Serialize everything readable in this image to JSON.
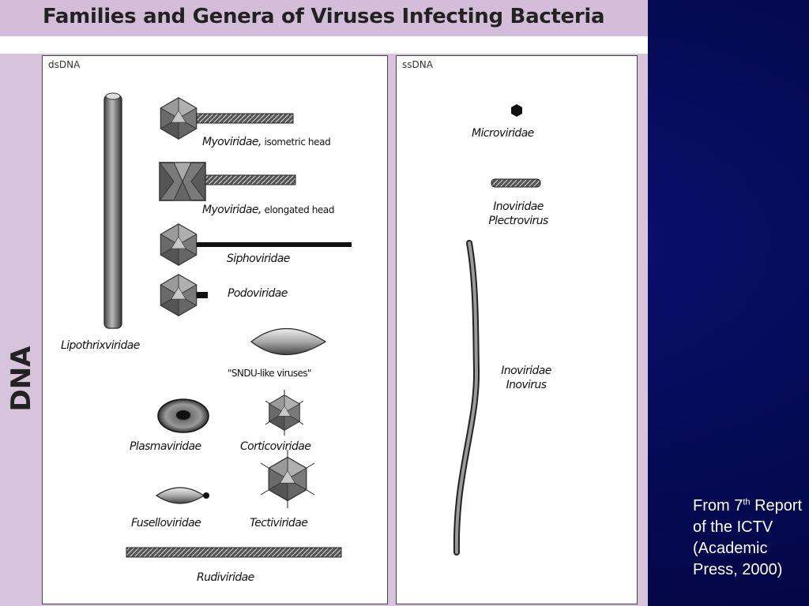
{
  "title": "Families and Genera of Viruses Infecting Bacteria",
  "side_label": "DNA",
  "panels": {
    "dsdna": "dsDNA",
    "ssdna": "ssDNA"
  },
  "virus_labels": {
    "myo_iso_name": "Myoviridae,",
    "myo_iso_note": "isometric head",
    "myo_elo_name": "Myoviridae,",
    "myo_elo_note": "elongated head",
    "sipho": "Siphoviridae",
    "podo": "Podoviridae",
    "lipothrix": "Lipothrixviridae",
    "sndu": "\"SNDU-like viruses\"",
    "plasma": "Plasmaviridae",
    "cortico": "Corticoviridae",
    "fusello": "Fuselloviridae",
    "tecti": "Tectiviridae",
    "rudi": "Rudiviridae",
    "micro": "Microviridae",
    "ino_plectro_1": "Inoviridae",
    "ino_plectro_2": "Plectrovirus",
    "ino_inovirus_1": "Inoviridae",
    "ino_inovirus_2": "Inovirus"
  },
  "credit": {
    "line1_prefix": "From 7",
    "line1_sup": "th",
    "line2": "Report of the ICTV (Academic Press, 2000)"
  },
  "colors": {
    "background": "#050a55",
    "figure_bg": "#d8c3dc",
    "credit_text": "#ffffff"
  }
}
